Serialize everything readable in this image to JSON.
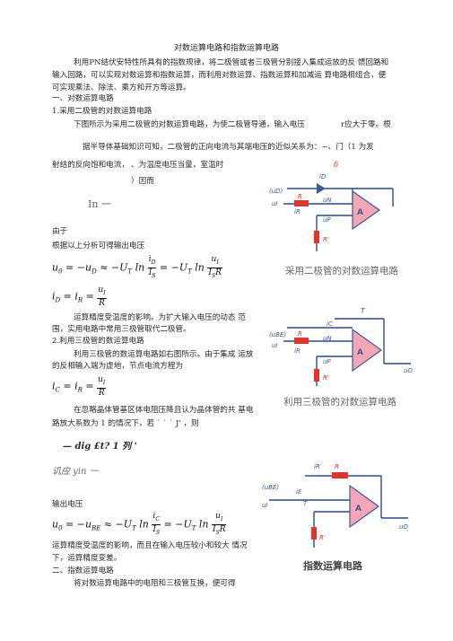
{
  "doc": {
    "title": "对数运算电路和指数运算电路",
    "p1": "利用PN结伏安特性所具有的指数规律，将二极管或者三极管分别接入集成运放的反 馈回路和",
    "p1b": "输入回路，可以实现对数运算和指数运算，而利用对数运算、指数运算和加减运 算电路相组合，便",
    "p1c": "可实现乘法、除法、乘方和开方等运算。",
    "h1": "一、对数运算电路",
    "h1_1": "1.采用二极管的对数运算电路",
    "p2": "下图所示为采用二极管的对数运算电路，为使二极管导通，输入电压",
    "p2_tail": "r应大于零。根",
    "p3": "据半导体基础知识可知，二极管的正向电流与其端电压的近似关系为：~、门（1 为发",
    "p4": "射结的反向饱和电流，",
    "p4b": "、为温度电压当量，室温时",
    "p5": "）因而",
    "ln_line": "In 一",
    "youyu": "由于",
    "p6": "根据以上分析可得输出电压",
    "p7": "运算精度受温度的影响。为扩大输入电压的动态 范",
    "p7b": "围，实用电路中常用三极管取代二极管。",
    "h1_2": "2.利用三极管的数运算电路",
    "p8": "利用三极管的数运算电路如右图所示。由于集成 运放",
    "p8b": "的反相输入端为虚地，节点电流方程为",
    "p9": "在忽略晶体管基区体电阻压降且认为晶体管的共 基电",
    "p9b": "路放大系数为 1 的情况下，若 ` ` ` J' ，则",
    "garbled1": "— dig £t? 1 列 '",
    "garbled2": "讥应 yin 一",
    "out_label": "输出电压",
    "p10": "运算精度受温度的影响，而且在输入电压较小和较大 情况",
    "p10b": "下，运算精度变差。",
    "h2": "二、指数运算电路",
    "p11": "将对数运算电路中的电阻和三极管互换，便可得",
    "red_mark": "δ"
  },
  "figures": {
    "fig1_caption": "采用二极管的对数运算电路",
    "fig2_caption": "利用三极管的对数运算电路",
    "fig3_caption": "指数运算电路",
    "labels": {
      "iD": "iD",
      "uD": "(uD)",
      "R": "R",
      "uI": "uI",
      "iR": "iR",
      "uN": "uN",
      "uP": "uP",
      "A": "A",
      "Rp": "R'",
      "uO": "uO",
      "iC": "iC",
      "T": "T",
      "uBE": "(uBE)",
      "iE": "iE"
    }
  },
  "colors": {
    "opamp_fill": "#f5a6b6",
    "opamp_stroke": "#3a5a9a",
    "resistor": "#e0342c",
    "wire": "#2b4c8c",
    "label_blue": "#3a5a9a"
  }
}
